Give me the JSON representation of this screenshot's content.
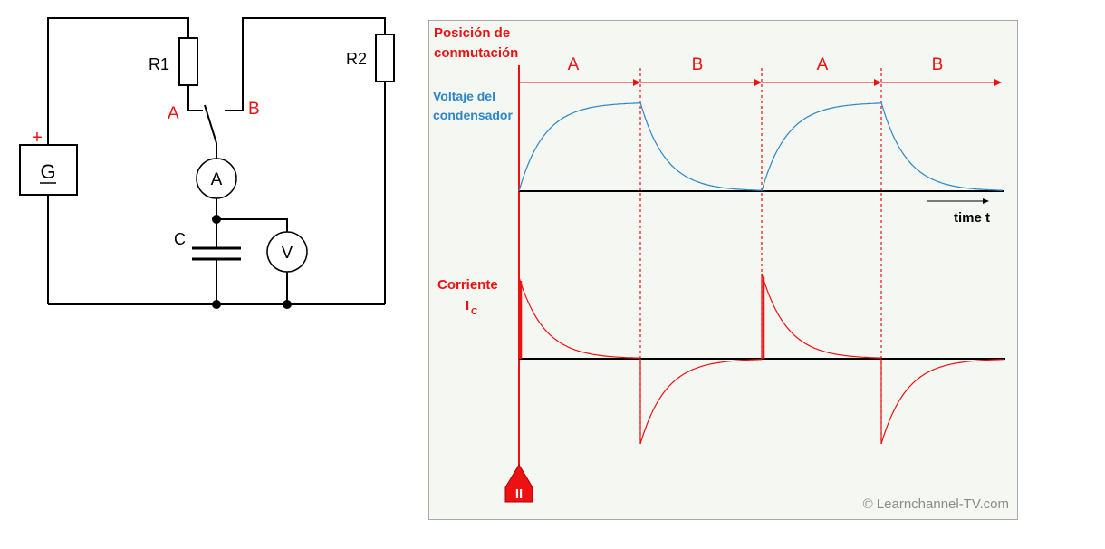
{
  "circuit": {
    "generator_label": "G",
    "plus_sign": "+",
    "r1_label": "R1",
    "r2_label": "R2",
    "switch_a_label": "A",
    "switch_b_label": "B",
    "ammeter_label": "A",
    "capacitor_label": "C",
    "voltmeter_label": "V"
  },
  "graph": {
    "switch_position_title_line1": "Posición de",
    "switch_position_title_line2": "conmutación",
    "phase_labels": [
      "A",
      "B",
      "A",
      "B"
    ],
    "voltage_label_line1": "Voltaje del",
    "voltage_label_line2": "condensador",
    "time_label": "time t",
    "current_label_line1": "Corriente",
    "current_label_main": "I",
    "current_label_sub": "C",
    "switch_symbol_label": "II",
    "copyright": "© Learnchannel-TV.com"
  },
  "colors": {
    "red": "#ee1111",
    "blue": "#2e86c8",
    "black": "#000000",
    "panel_background": "#f4f7f2",
    "panel_border": "#aaaaaa",
    "copyright_gray": "#8c8c8c"
  }
}
